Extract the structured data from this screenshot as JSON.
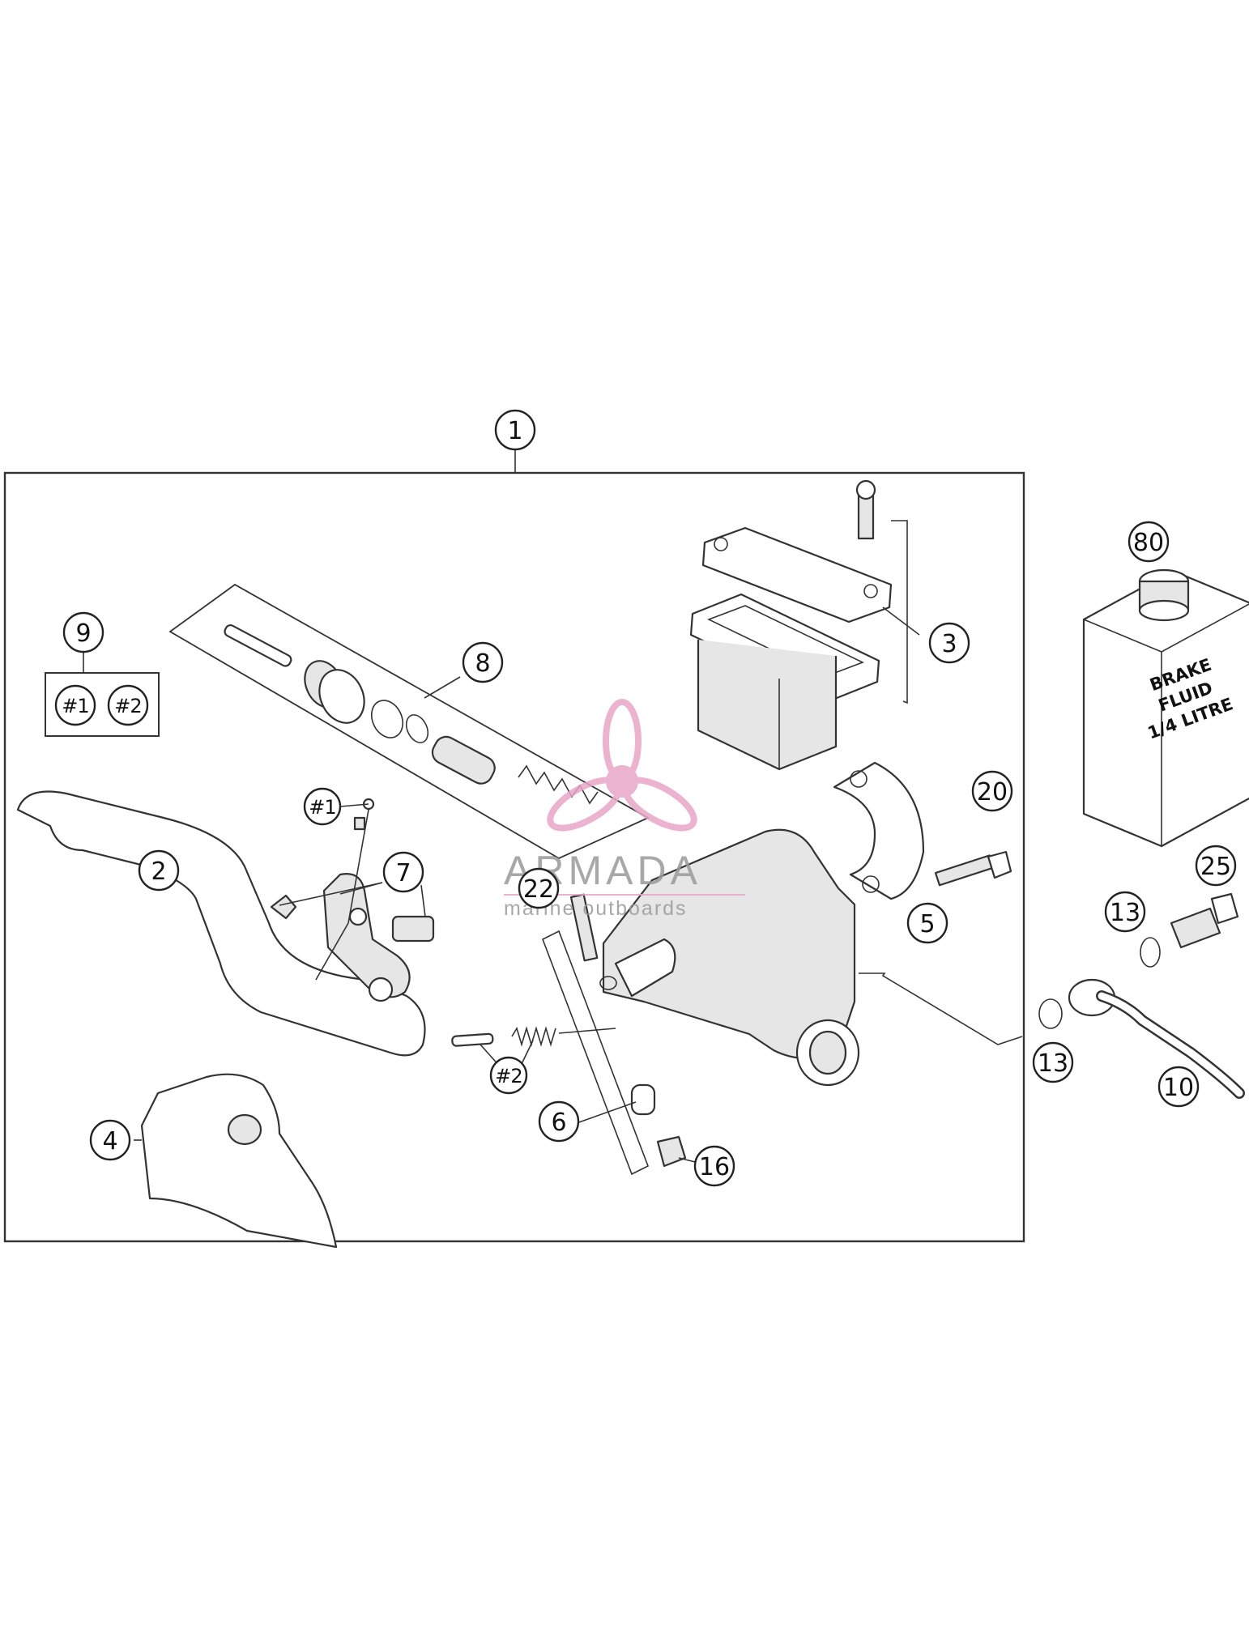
{
  "diagram": {
    "callouts": [
      {
        "id": "c1",
        "text": "1"
      },
      {
        "id": "c2",
        "text": "2"
      },
      {
        "id": "c3",
        "text": "3"
      },
      {
        "id": "c4",
        "text": "4"
      },
      {
        "id": "c5",
        "text": "5"
      },
      {
        "id": "c6",
        "text": "6"
      },
      {
        "id": "c7",
        "text": "7"
      },
      {
        "id": "c8",
        "text": "8"
      },
      {
        "id": "c9",
        "text": "9"
      },
      {
        "id": "c10",
        "text": "10"
      },
      {
        "id": "c13a",
        "text": "13"
      },
      {
        "id": "c13b",
        "text": "13"
      },
      {
        "id": "c16",
        "text": "16"
      },
      {
        "id": "c20",
        "text": "20"
      },
      {
        "id": "c22",
        "text": "22"
      },
      {
        "id": "c25",
        "text": "25"
      },
      {
        "id": "c80",
        "text": "80"
      },
      {
        "id": "k1a",
        "text": "#1"
      },
      {
        "id": "k2a",
        "text": "#2"
      },
      {
        "id": "k1b",
        "text": "#1"
      },
      {
        "id": "k2b",
        "text": "#2"
      }
    ],
    "fluid_bottle": [
      "BRAKE",
      "FLUID",
      "1/4 LITRE"
    ],
    "watermark": {
      "brand": "ARMADA",
      "tagline": "marine outboards",
      "accent": "#e8a6c8"
    }
  }
}
